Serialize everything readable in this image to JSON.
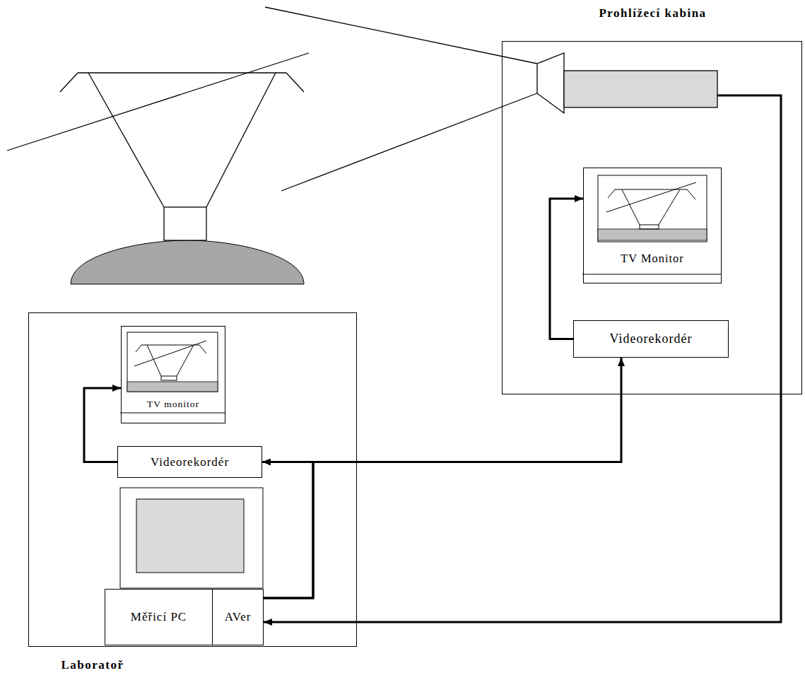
{
  "diagram": {
    "nodes": [
      {
        "text": [
          "Prohlížecí kabina"
        ]
      },
      {
        "text": [
          "TV Monitor"
        ],
        "in": 0
      },
      {
        "text": [
          "Videorekordér"
        ],
        "in": 0
      },
      {
        "text": [
          "Laboratoř"
        ]
      },
      {
        "text": [
          "TV monitor"
        ],
        "in": 3
      },
      {
        "text": [
          "Videorekordér"
        ],
        "in": 3
      },
      {
        "text": [
          "Měřicí PC"
        ],
        "in": 3
      },
      {
        "text": [
          "AVer"
        ],
        "in": 3
      }
    ],
    "edges": [
      {
        "from": 2,
        "to": 1,
        "arrow": "to"
      },
      {
        "from": 5,
        "to": 4,
        "arrow": "to"
      },
      {
        "from": 7,
        "to": 5,
        "arrow": "to"
      },
      {
        "from": 7,
        "to": 2,
        "arrow": "to"
      }
    ]
  }
}
